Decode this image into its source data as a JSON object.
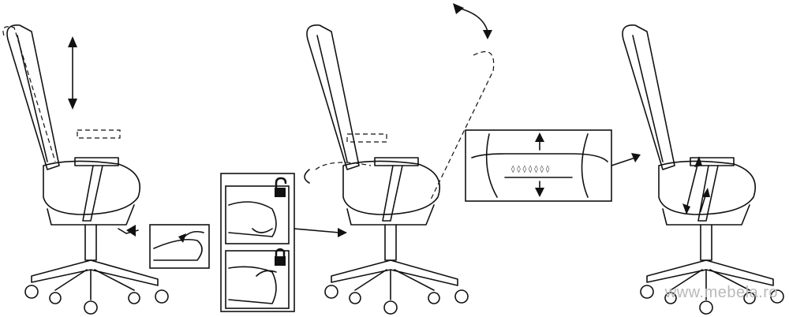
{
  "watermark": "www.mebela.ro",
  "panels": [
    {
      "name": "height-adjustment"
    },
    {
      "name": "tilt-lock"
    },
    {
      "name": "lumbar-support"
    }
  ]
}
